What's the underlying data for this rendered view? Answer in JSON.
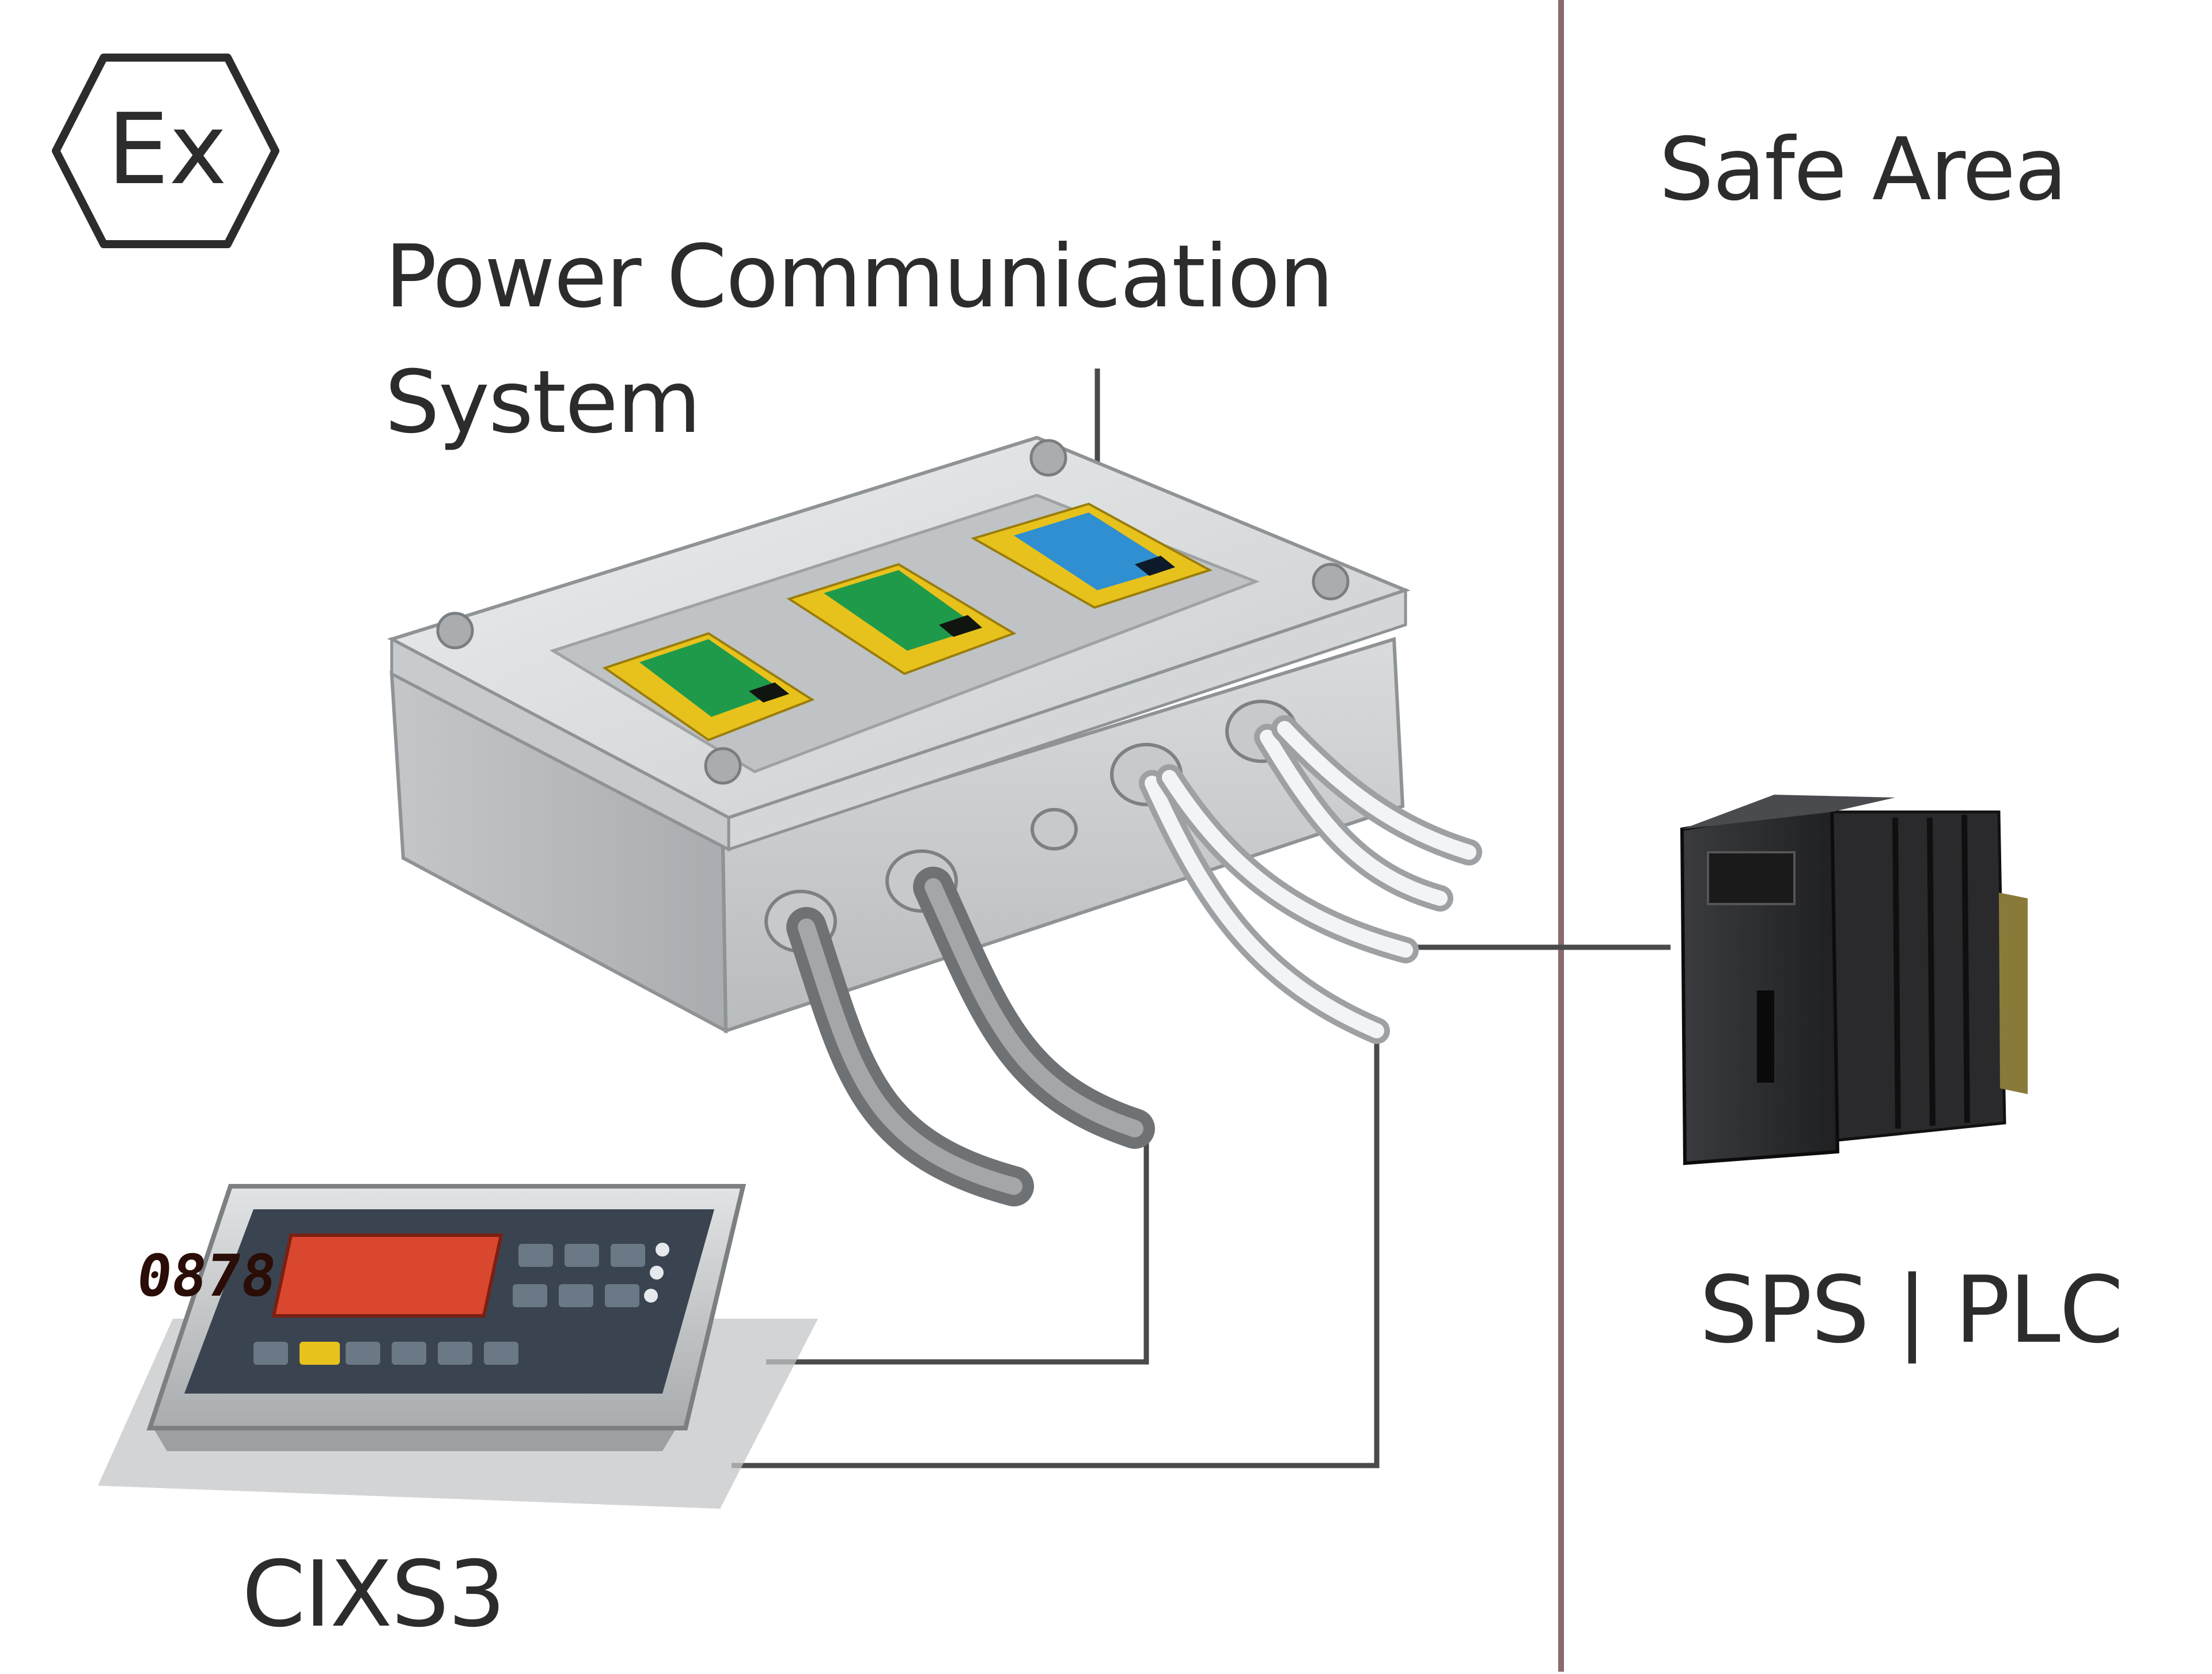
{
  "labels": {
    "ex_mark": "Ex",
    "power_communication_system": "Power Communication System",
    "safe_area": "Safe Area",
    "plc": "SPS | PLC",
    "terminal": "CIXS3"
  },
  "terminal_display": {
    "value": "0878"
  },
  "colors": {
    "zone_divider": "#8a6a6e",
    "cable_line": "#4a4a4a",
    "enclosure": "#d6d8d9",
    "module_yellow": "#e8c21c",
    "module_green": "#1f9a4a",
    "module_blue": "#2f8fd0",
    "display_red": "#d9472f",
    "plc_body": "#2a2a2c"
  }
}
